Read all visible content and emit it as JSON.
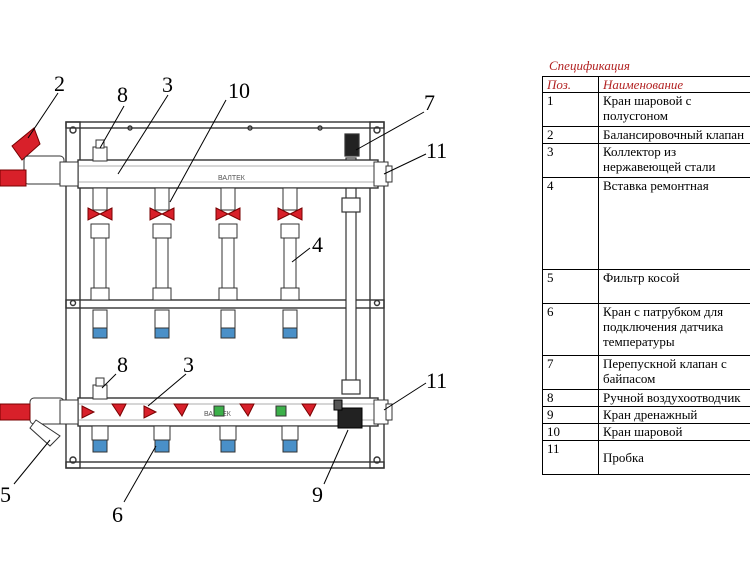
{
  "diagram": {
    "callouts": [
      "2",
      "8",
      "3",
      "10",
      "7",
      "11",
      "4",
      "8",
      "3",
      "11",
      "5",
      "6",
      "9"
    ],
    "brand_top": "ВАЛТЕК",
    "brand_bottom": "ВАЛТЕК",
    "colors": {
      "valve_red": "#d8202a",
      "frame": "#333333",
      "blue_ring": "#4a90c8"
    }
  },
  "spec": {
    "title": "Спецификация",
    "headers": {
      "pos": "Поз.",
      "name": "Наименование"
    },
    "rows": [
      {
        "pos": "1",
        "name": "Кран шаровой с\nполусгоном"
      },
      {
        "pos": "2",
        "name": "Балансировочный клапан"
      },
      {
        "pos": "3",
        "name": "Коллектор из\nнержавеющей стали"
      },
      {
        "pos": "4",
        "name": "Вставка ремонтная"
      },
      {
        "pos": "5",
        "name": "Фильтр косой"
      },
      {
        "pos": "6",
        "name": "Кран с патрубком для\nподключения датчика\nтемпературы"
      },
      {
        "pos": "7",
        "name": "Перепускной клапан с\nбайпасом"
      },
      {
        "pos": "8",
        "name": "Ручной воздухоотводчик"
      },
      {
        "pos": "9",
        "name": "Кран дренажный"
      },
      {
        "pos": "10",
        "name": "Кран шаровой"
      },
      {
        "pos": "11",
        "name": "Пробка"
      }
    ]
  }
}
